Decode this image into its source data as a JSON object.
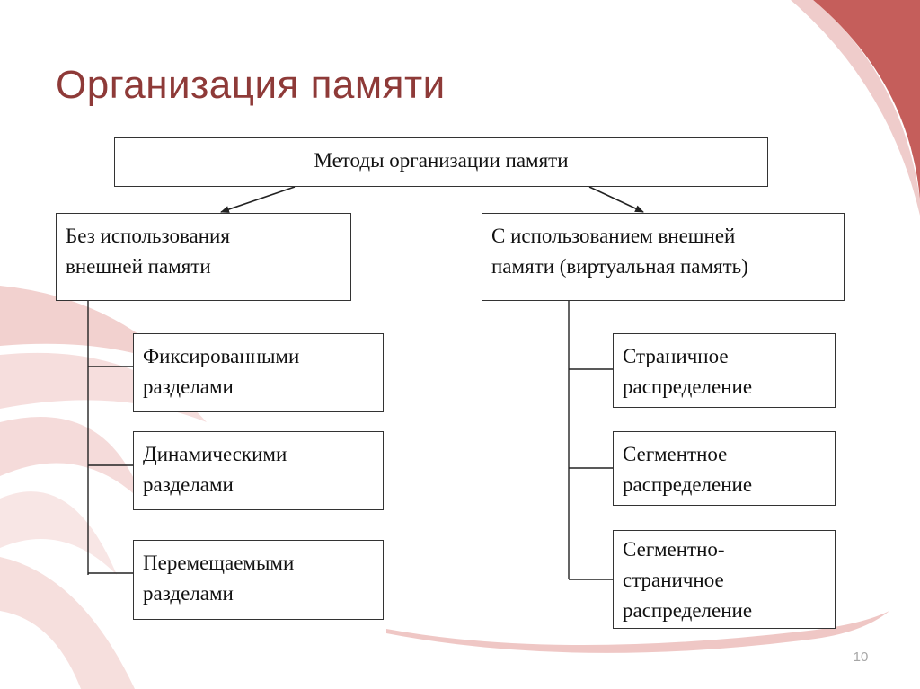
{
  "slide": {
    "title": "Организация памяти",
    "page_number": "10",
    "accent_color": "#c0504d",
    "title_color": "#8e3a38"
  },
  "diagram": {
    "root": {
      "label": "Методы организации памяти"
    },
    "branches": [
      {
        "label": "Без использования\nвнешней памяти",
        "children": [
          {
            "label": "Фиксированными\nразделами"
          },
          {
            "label": "Динамическими\nразделами"
          },
          {
            "label": "Перемещаемыми\nразделами"
          }
        ]
      },
      {
        "label": "С  использованием внешней\nпамяти (виртуальная память)",
        "children": [
          {
            "label": "Страничное\nраспределение"
          },
          {
            "label": "Сегментное\nраспределение"
          },
          {
            "label": "Сегментно-\nстраничное\nраспределение"
          }
        ]
      }
    ]
  }
}
